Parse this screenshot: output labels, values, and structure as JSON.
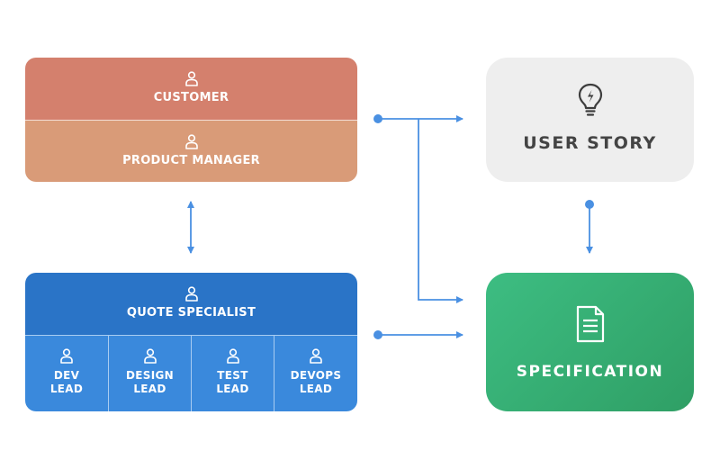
{
  "nodes": {
    "customer": "CUSTOMER",
    "product_manager": "PRODUCT MANAGER",
    "quote_specialist": "QUOTE SPECIALIST",
    "leads": [
      {
        "line1": "DEV",
        "line2": "LEAD"
      },
      {
        "line1": "DESIGN",
        "line2": "LEAD"
      },
      {
        "line1": "TEST",
        "line2": "LEAD"
      },
      {
        "line1": "DEVOPS",
        "line2": "LEAD"
      }
    ],
    "user_story": "USER STORY",
    "specification": "SPECIFICATION"
  },
  "colors": {
    "customer": "#d4806d",
    "product_manager": "#d99b78",
    "quote_specialist": "#2a74c7",
    "lead": "#3a89dc",
    "user_story": "#eeeeee",
    "specification": "#3dbd82",
    "connector": "#4a90e2"
  },
  "icons": {
    "person": "person-icon",
    "user_story": "lightbulb-icon",
    "specification": "document-icon"
  }
}
